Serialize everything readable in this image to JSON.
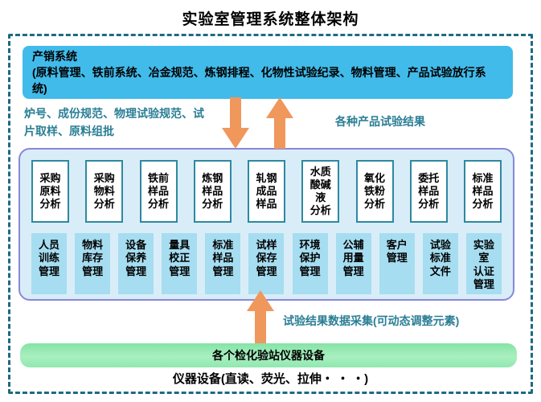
{
  "title": "实验室管理系统整体架构",
  "colors": {
    "top_box_bg": "#41bbea",
    "panel_bg": "#d9edf8",
    "panel_border": "#8888d8",
    "analysis_box_border": "#2d89a0",
    "management_box_bg": "#a6ddf1",
    "green_box_bg": "#90e8b0",
    "arrow_orange": "#f0975c",
    "annotation_text": "#2a7e95",
    "dashed_border": "#1d6b80"
  },
  "top_box": {
    "heading": "产销系统",
    "detail": "(原料管理、铁前系统、冶金规范、炼钢排程、化物性试验纪录、物料管理、产品试验放行系统)"
  },
  "annotations": {
    "left": "炉号、成份规范、物理试验规范、试片取样、原料组批",
    "right": "各种产品试验结果",
    "data_collection": "试验结果数据采集(可动态调整元素)"
  },
  "icons": {
    "down_arrow": "arrow-down-icon",
    "up_arrow": "arrow-up-icon"
  },
  "analysis_row": [
    "采购\n原料\n分析",
    "采购\n物料\n分析",
    "铁前\n样品\n分析",
    "炼钢\n样品\n分析",
    "轧钢\n成品\n样品",
    "水质\n酸碱\n液\n分析",
    "氧化\n铁粉\n分析",
    "委托\n样品\n分析",
    "标准\n样品\n分析"
  ],
  "management_row": [
    "人员\n训练\n管理",
    "物料\n库存\n管理",
    "设备\n保养\n管理",
    "量具\n校正\n管理",
    "标准\n样品\n管理",
    "试样\n保存\n管理",
    "环境\n保护\n管理",
    "公辅\n用量\n管理",
    "客户\n管理",
    "试验\n标准\n文件",
    "实验\n室\n认证\n管理"
  ],
  "stations_box": "各个检化验站仪器设备",
  "caption": "仪器设备(直读、荧光、拉伸・ ・ ・)"
}
